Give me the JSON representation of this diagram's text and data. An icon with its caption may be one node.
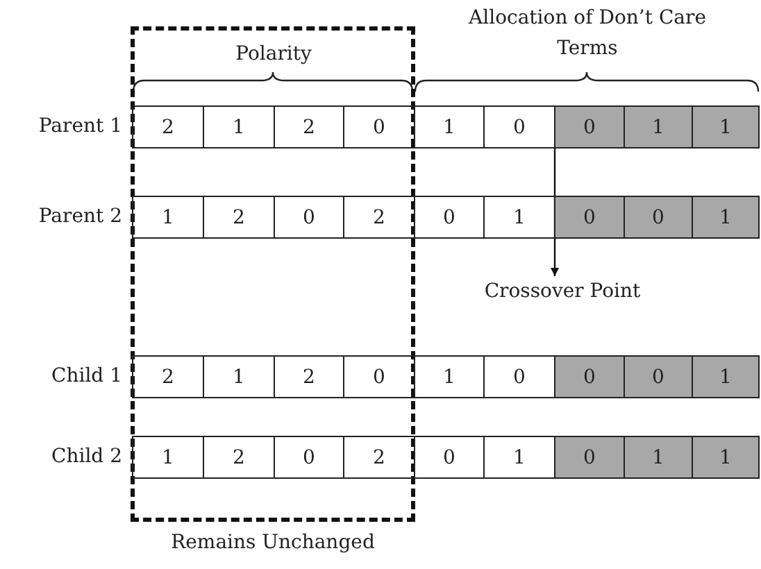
{
  "diagram": {
    "nodes": [
      {
        "text": [
          "Remains Unchanged"
        ]
      },
      {
        "text": [
          "2"
        ],
        "in": 0
      },
      {
        "text": [
          "1"
        ],
        "in": 0
      },
      {
        "text": [
          "2"
        ],
        "in": 0
      },
      {
        "text": [
          "0"
        ],
        "in": 0
      },
      {
        "text": [
          "1"
        ]
      },
      {
        "text": [
          "0"
        ]
      },
      {
        "text": [
          "0"
        ]
      },
      {
        "text": [
          "1"
        ]
      },
      {
        "text": [
          "1"
        ]
      },
      {
        "text": [
          "1"
        ],
        "in": 0
      },
      {
        "text": [
          "2"
        ],
        "in": 0
      },
      {
        "text": [
          "0"
        ],
        "in": 0
      },
      {
        "text": [
          "2"
        ],
        "in": 0
      },
      {
        "text": [
          "0"
        ]
      },
      {
        "text": [
          "1"
        ]
      },
      {
        "text": [
          "0"
        ]
      },
      {
        "text": [
          "0"
        ]
      },
      {
        "text": [
          "1"
        ]
      },
      {
        "text": [
          "Crossover Point"
        ]
      },
      {
        "text": [
          "2"
        ],
        "in": 0
      },
      {
        "text": [
          "1"
        ],
        "in": 0
      },
      {
        "text": [
          "2"
        ],
        "in": 0
      },
      {
        "text": [
          "0"
        ],
        "in": 0
      },
      {
        "text": [
          "1"
        ]
      },
      {
        "text": [
          "0"
        ]
      },
      {
        "text": [
          "0"
        ]
      },
      {
        "text": [
          "0"
        ]
      },
      {
        "text": [
          "1"
        ]
      },
      {
        "text": [
          "1"
        ],
        "in": 0
      },
      {
        "text": [
          "2"
        ],
        "in": 0
      },
      {
        "text": [
          "0"
        ],
        "in": 0
      },
      {
        "text": [
          "2"
        ],
        "in": 0
      },
      {
        "text": [
          "0"
        ]
      },
      {
        "text": [
          "1"
        ]
      },
      {
        "text": [
          "0"
        ]
      },
      {
        "text": [
          "1"
        ]
      },
      {
        "text": [
          "1"
        ]
      }
    ],
    "edges": [
      {
        "from": 7,
        "to": 19,
        "arrow": "to"
      }
    ],
    "labels": [
      "Allocation of Don’t Care Terms",
      "Polarity",
      "Parent 1",
      "Parent 2",
      "Child 1",
      "Child 2"
    ]
  }
}
